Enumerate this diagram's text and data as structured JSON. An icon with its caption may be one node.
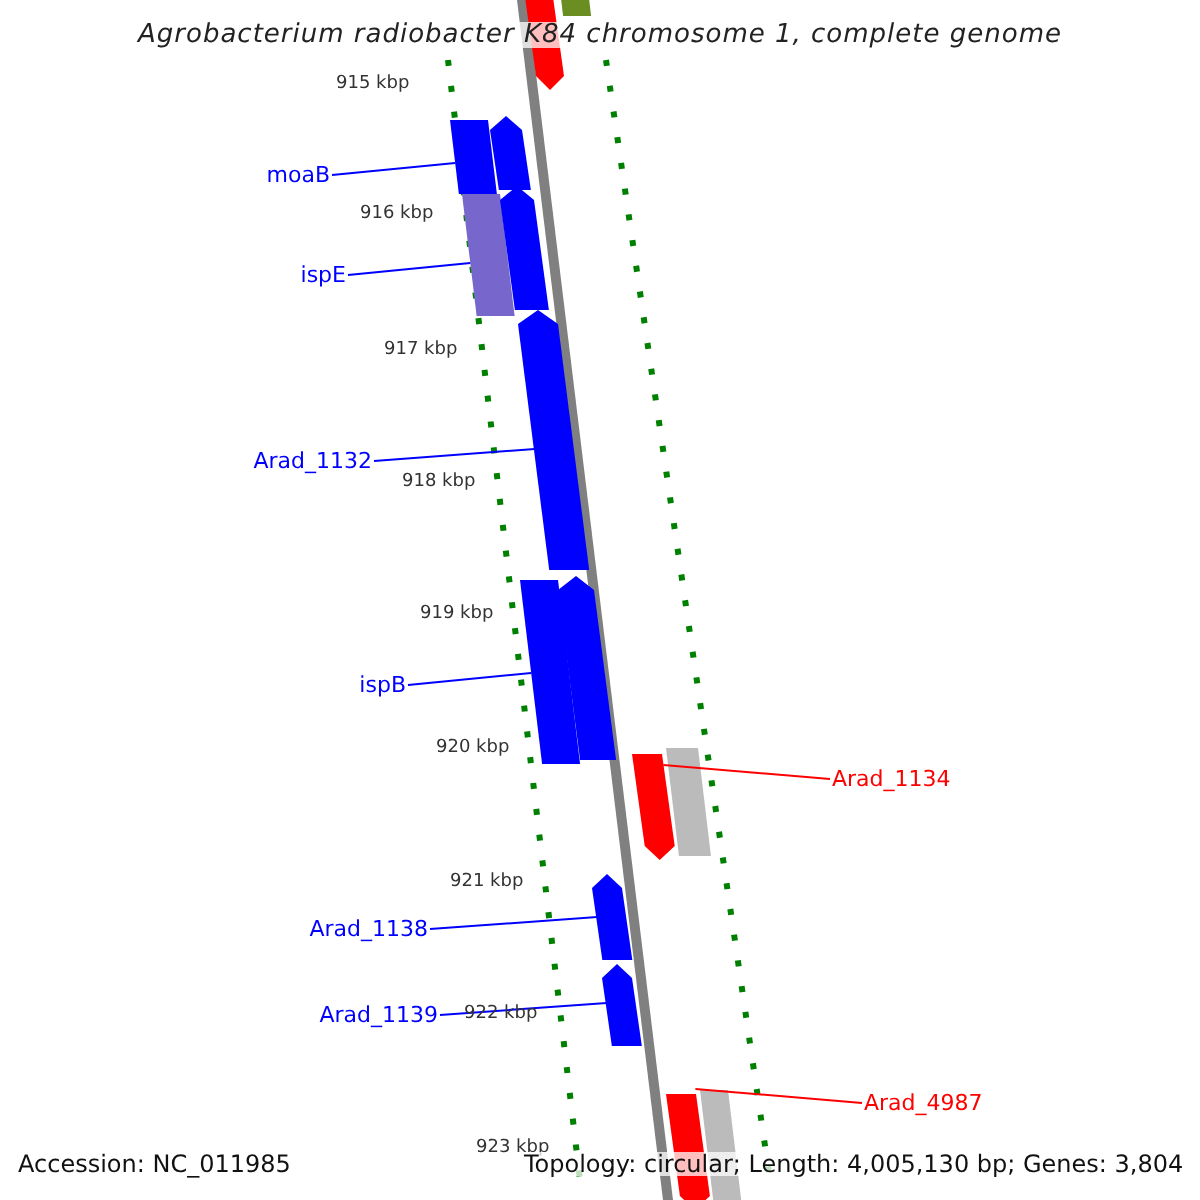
{
  "diagram": {
    "title": "Agrobacterium radiobacter K84 chromosome 1, complete genome",
    "nodes": [
      {
        "text": [],
        "shape": "pentagon"
      },
      {
        "text": [],
        "shape": "box"
      },
      {
        "text": [
          "moaB"
        ]
      },
      {
        "text": [],
        "shape": "box"
      },
      {
        "text": [],
        "shape": "pentagon"
      },
      {
        "text": [],
        "shape": "pentagon"
      },
      {
        "text": [
          "ispE"
        ]
      },
      {
        "text": [],
        "shape": "box"
      },
      {
        "text": [
          "Arad_1132"
        ]
      },
      {
        "text": [],
        "shape": "pentagon"
      },
      {
        "text": [],
        "shape": "pentagon"
      },
      {
        "text": [],
        "shape": "box"
      },
      {
        "text": [
          "ispB"
        ]
      },
      {
        "text": [
          "Arad_1134"
        ]
      },
      {
        "text": [],
        "shape": "pentagon"
      },
      {
        "text": [],
        "shape": "box"
      },
      {
        "text": [
          "Arad_1138"
        ]
      },
      {
        "text": [],
        "shape": "pentagon"
      },
      {
        "text": [
          "Arad_1139"
        ]
      },
      {
        "text": [],
        "shape": "pentagon"
      },
      {
        "text": [
          "Arad_4987"
        ]
      },
      {
        "text": [],
        "shape": "pentagon"
      },
      {
        "text": [],
        "shape": "box"
      }
    ],
    "edges": [
      {
        "from": 2,
        "to": 3,
        "arrow": "none"
      },
      {
        "from": 6,
        "to": 7,
        "arrow": "none"
      },
      {
        "from": 8,
        "to": 9,
        "arrow": "none"
      },
      {
        "from": 12,
        "to": 11,
        "arrow": "none"
      },
      {
        "from": 13,
        "to": 14,
        "arrow": "none",
        "color": "#ff0000"
      },
      {
        "from": 16,
        "to": 17,
        "arrow": "none"
      },
      {
        "from": 18,
        "to": 19,
        "arrow": "none"
      },
      {
        "from": 20,
        "to": 21,
        "arrow": "none",
        "color": "#ff0000"
      }
    ],
    "labels": [
      "915 kbp",
      "916 kbp",
      "917 kbp",
      "918 kbp",
      "919 kbp",
      "920 kbp",
      "921 kbp",
      "922 kbp",
      "923 kbp",
      "Accession: NC_011985",
      "Topology: circular; Length: 4,005,130 bp; Genes: 3,804"
    ]
  }
}
